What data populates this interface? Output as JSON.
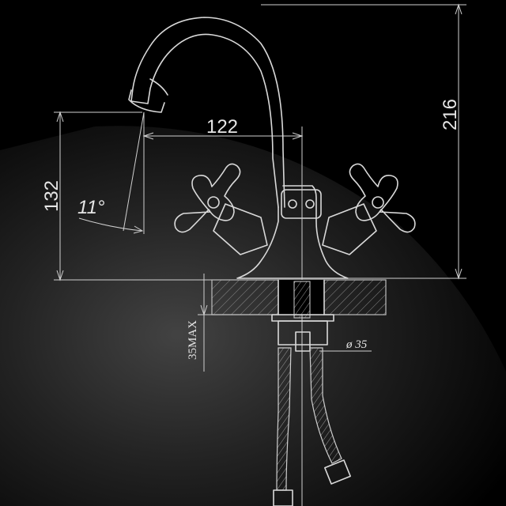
{
  "dimensions": {
    "total_height": "216",
    "spout_height": "132",
    "spout_reach": "122",
    "spout_angle": "11°",
    "max_counter_thickness": "35MAX",
    "hole_diameter": "ø 35"
  },
  "colors": {
    "background": "#000000",
    "line": "#d9d9d9",
    "hatch": "#8a8a8a",
    "highlight": "#3a3a3a"
  }
}
